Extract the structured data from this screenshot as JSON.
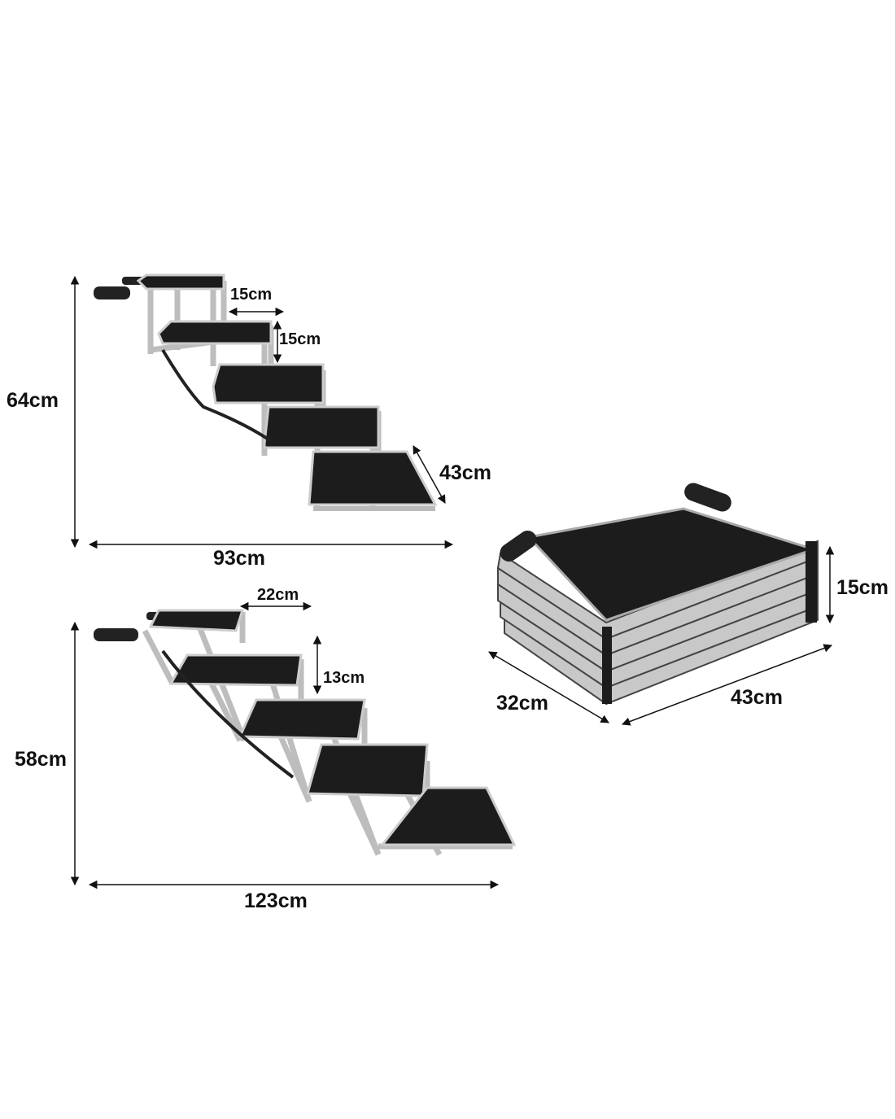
{
  "unfolded_high": {
    "step_depth": "15cm",
    "step_rise": "15cm",
    "height": "64cm",
    "step_width": "43cm",
    "length": "93cm"
  },
  "unfolded_low": {
    "step_depth": "22cm",
    "step_rise": "13cm",
    "height": "58cm",
    "length": "123cm"
  },
  "folded": {
    "height": "15cm",
    "depth": "32cm",
    "width": "43cm"
  },
  "colors": {
    "step": "#1c1c1c",
    "frame": "#c9c9c9",
    "text": "#111111"
  }
}
